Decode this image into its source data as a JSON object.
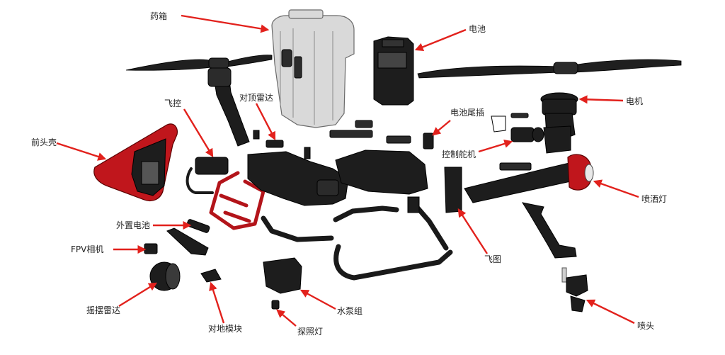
{
  "labels": {
    "tank": "药箱",
    "battery": "电池",
    "motor": "电机",
    "top_radar": "对顶雷达",
    "flight_controller": "飞控",
    "battery_tail_plug": "电池尾插",
    "control_servo": "控制舵机",
    "front_shell": "前头壳",
    "spray_light": "喷洒灯",
    "external_battery": "外置电池",
    "fpv_camera": "FPV相机",
    "flight_map": "飞图",
    "swing_radar": "摇摆雷达",
    "ground_module": "对地模块",
    "pump_group": "水泵组",
    "flood_light": "探照灯",
    "nozzle": "喷头"
  },
  "colors": {
    "arrow": "#e2211c",
    "accent_red": "#c0161c",
    "parts_black": "#1d1d1d",
    "tank_gray": "#d9d9d9"
  }
}
